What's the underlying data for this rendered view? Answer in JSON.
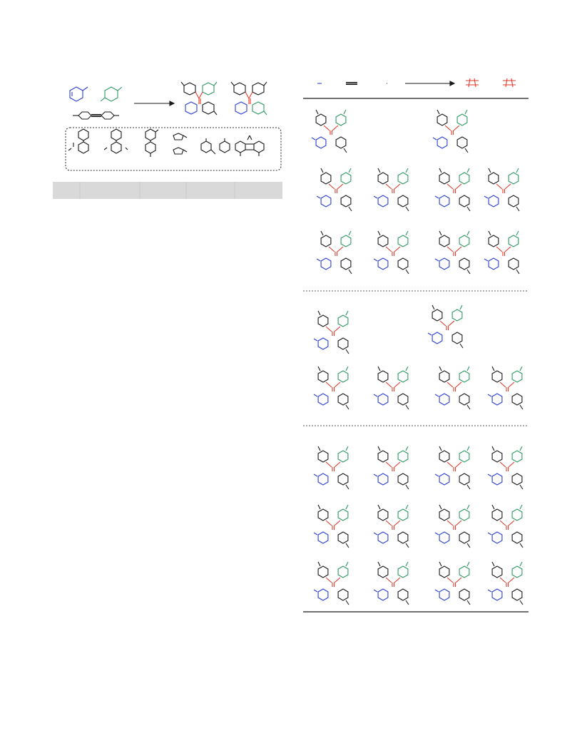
{
  "document": {
    "type": "chemistry scheme page",
    "colors": {
      "bond": "#1a1a1a",
      "blue_ring": "#2b3fd6",
      "green_ring": "#2f9a63",
      "red_bond": "#e03a2a",
      "table_header": "#d9d9d9",
      "frame": "#333333"
    }
  },
  "left_scheme": {
    "table_header_cells": [
      "",
      "",
      "",
      "",
      ""
    ],
    "catalyst_box_items": [
      "biaryl-ligand-1",
      "biaryl-ligand-2",
      "biaryl-ligand-3",
      "metallocene",
      "diaryl",
      "xanthene"
    ]
  },
  "right_table": {
    "sections": [
      {
        "id": "section-1",
        "rows": 3
      },
      {
        "id": "section-2",
        "rows": 2
      },
      {
        "id": "section-3",
        "rows": 3
      }
    ]
  }
}
